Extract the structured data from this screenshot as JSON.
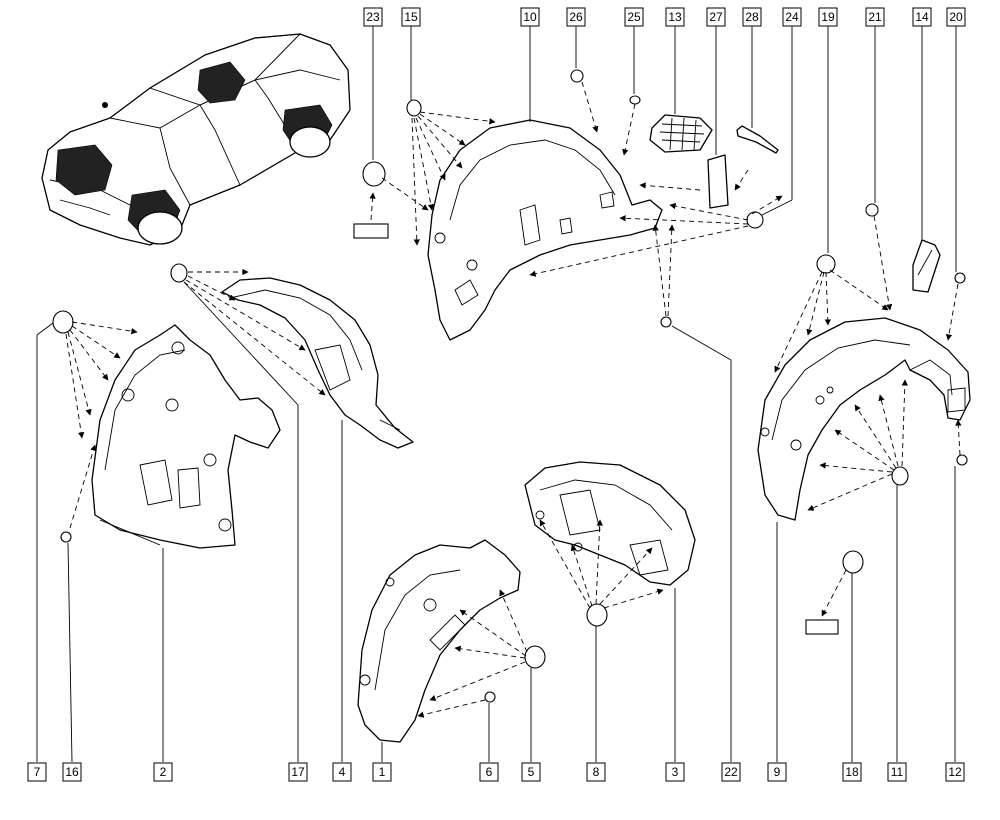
{
  "callouts": {
    "c23": "23",
    "c15": "15",
    "c10": "10",
    "c26": "26",
    "c25": "25",
    "c13": "13",
    "c27": "27",
    "c28": "28",
    "c24": "24",
    "c19": "19",
    "c21": "21",
    "c14": "14",
    "c20": "20",
    "c7": "7",
    "c16": "16",
    "c2": "2",
    "c17": "17",
    "c4": "4",
    "c1": "1",
    "c6": "6",
    "c5": "5",
    "c8": "8",
    "c3": "3",
    "c22": "22",
    "c9": "9",
    "c18": "18",
    "c11": "11",
    "c12": "12"
  }
}
